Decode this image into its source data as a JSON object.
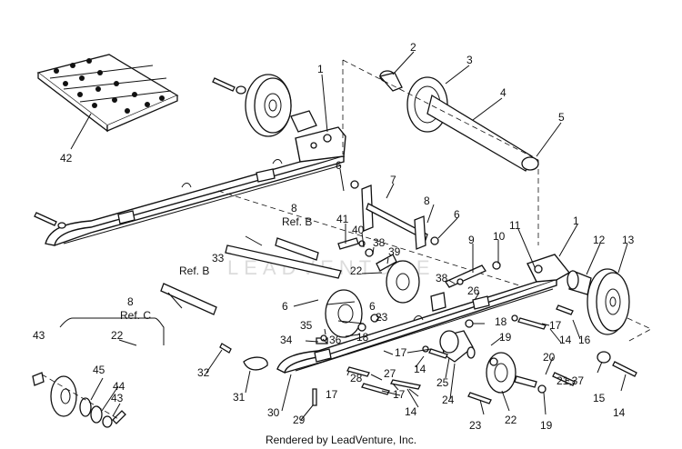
{
  "diagram": {
    "labels": [
      {
        "id": "n1a",
        "text": "1"
      },
      {
        "id": "n2",
        "text": "2"
      },
      {
        "id": "n3",
        "text": "3"
      },
      {
        "id": "n4",
        "text": "4"
      },
      {
        "id": "n5",
        "text": "5"
      },
      {
        "id": "n42",
        "text": "42"
      },
      {
        "id": "n6a",
        "text": "6"
      },
      {
        "id": "n7",
        "text": "7"
      },
      {
        "id": "n8a",
        "text": "8"
      },
      {
        "id": "refB1",
        "text": "Ref. B"
      },
      {
        "id": "n8b",
        "text": "8"
      },
      {
        "id": "n6b",
        "text": "6"
      },
      {
        "id": "n41",
        "text": "41"
      },
      {
        "id": "n40",
        "text": "40"
      },
      {
        "id": "n38a",
        "text": "38"
      },
      {
        "id": "n39",
        "text": "39"
      },
      {
        "id": "n9",
        "text": "9"
      },
      {
        "id": "n10",
        "text": "10"
      },
      {
        "id": "n11",
        "text": "11"
      },
      {
        "id": "n1b",
        "text": "1"
      },
      {
        "id": "n12",
        "text": "12"
      },
      {
        "id": "n13",
        "text": "13"
      },
      {
        "id": "n33",
        "text": "33"
      },
      {
        "id": "refB2",
        "text": "Ref. B"
      },
      {
        "id": "n22a",
        "text": "22"
      },
      {
        "id": "n38b",
        "text": "38"
      },
      {
        "id": "n26",
        "text": "26"
      },
      {
        "id": "n8c",
        "text": "8"
      },
      {
        "id": "refC",
        "text": "Ref. C"
      },
      {
        "id": "n6c",
        "text": "6"
      },
      {
        "id": "n6d",
        "text": "6"
      },
      {
        "id": "n23a",
        "text": "23"
      },
      {
        "id": "n18a",
        "text": "18"
      },
      {
        "id": "n17a",
        "text": "17"
      },
      {
        "id": "n14a",
        "text": "14"
      },
      {
        "id": "n16",
        "text": "16"
      },
      {
        "id": "n43a",
        "text": "43"
      },
      {
        "id": "n22b",
        "text": "22"
      },
      {
        "id": "n35",
        "text": "35"
      },
      {
        "id": "n34",
        "text": "34"
      },
      {
        "id": "n36",
        "text": "36"
      },
      {
        "id": "n18b",
        "text": "18"
      },
      {
        "id": "n19a",
        "text": "19"
      },
      {
        "id": "n17b",
        "text": "17"
      },
      {
        "id": "n14b",
        "text": "14"
      },
      {
        "id": "n32",
        "text": "32"
      },
      {
        "id": "n45",
        "text": "45"
      },
      {
        "id": "n44",
        "text": "44"
      },
      {
        "id": "n43b",
        "text": "43"
      },
      {
        "id": "n31",
        "text": "31"
      },
      {
        "id": "n28",
        "text": "28"
      },
      {
        "id": "n27",
        "text": "27"
      },
      {
        "id": "n17c",
        "text": "17"
      },
      {
        "id": "n17d",
        "text": "17"
      },
      {
        "id": "n14c",
        "text": "14"
      },
      {
        "id": "n25",
        "text": "25"
      },
      {
        "id": "n24",
        "text": "24"
      },
      {
        "id": "n20",
        "text": "20"
      },
      {
        "id": "n21",
        "text": "21,37"
      },
      {
        "id": "n15",
        "text": "15"
      },
      {
        "id": "n14d",
        "text": "14"
      },
      {
        "id": "n30",
        "text": "30"
      },
      {
        "id": "n29",
        "text": "29"
      },
      {
        "id": "n23b",
        "text": "23"
      },
      {
        "id": "n22c",
        "text": "22"
      },
      {
        "id": "n19b",
        "text": "19"
      }
    ],
    "watermark": "LEADVENTURE",
    "footer": "Rendered by LeadVenture, Inc."
  }
}
